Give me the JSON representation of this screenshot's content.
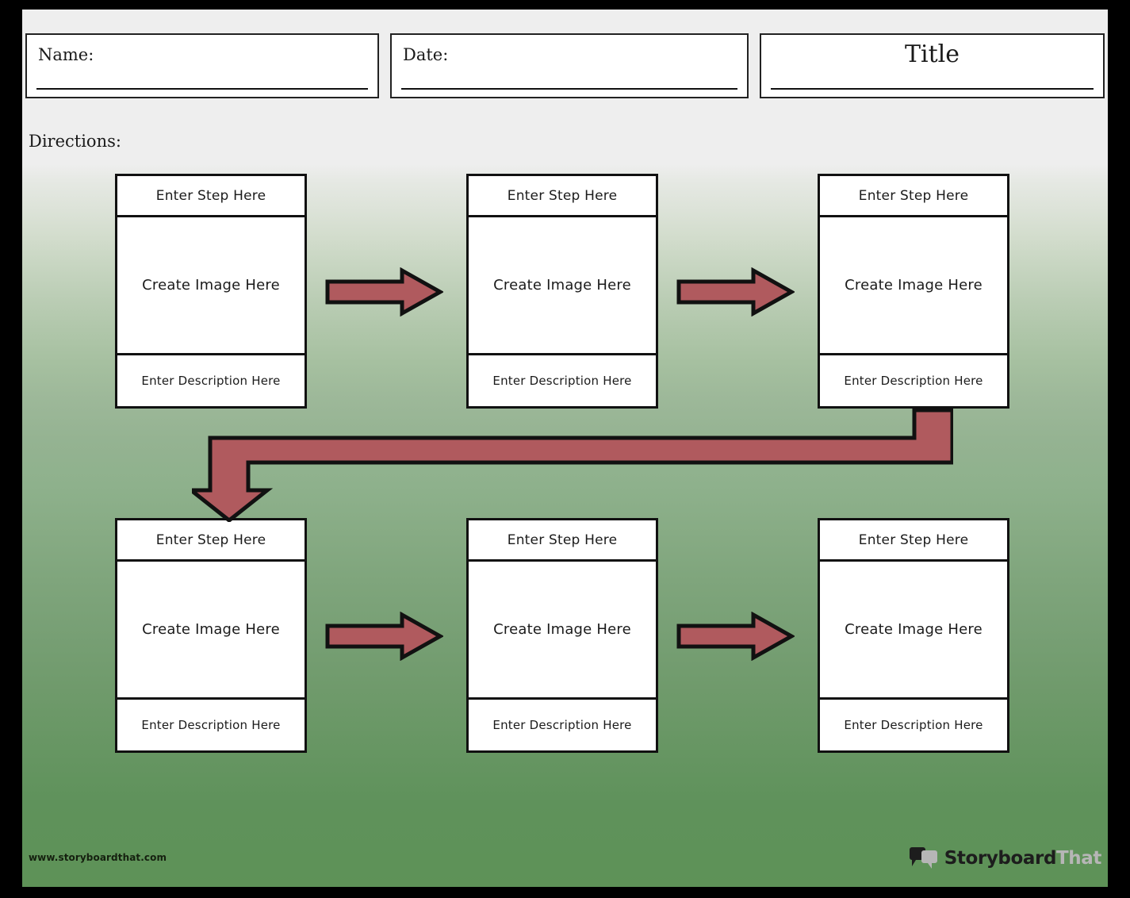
{
  "header": {
    "name_label": "Name:",
    "date_label": "Date:",
    "title_label": "Title"
  },
  "directions": {
    "label": "Directions:"
  },
  "steps": [
    {
      "step": "Enter Step Here",
      "body": "Create Image Here",
      "description": "Enter Description Here"
    },
    {
      "step": "Enter Step Here",
      "body": "Create Image Here",
      "description": "Enter Description Here"
    },
    {
      "step": "Enter Step Here",
      "body": "Create Image Here",
      "description": "Enter Description Here"
    },
    {
      "step": "Enter Step Here",
      "body": "Create Image Here",
      "description": "Enter Description Here"
    },
    {
      "step": "Enter Step Here",
      "body": "Create Image Here",
      "description": "Enter Description Here"
    },
    {
      "step": "Enter Step Here",
      "body": "Create Image Here",
      "description": "Enter Description Here"
    }
  ],
  "connectors": [
    {
      "name": "arrow-step-1-to-2",
      "direction": "right"
    },
    {
      "name": "arrow-step-2-to-3",
      "direction": "right"
    },
    {
      "name": "arrow-step-3-to-4-wrap",
      "direction": "wrap-left-down"
    },
    {
      "name": "arrow-step-4-to-5",
      "direction": "right"
    },
    {
      "name": "arrow-step-5-to-6",
      "direction": "right"
    }
  ],
  "footer": {
    "url": "www.storyboardthat.com",
    "brand_primary": "Storyboard",
    "brand_secondary": "That"
  },
  "colors": {
    "arrow_fill": "#b05a5e",
    "arrow_stroke": "#111111",
    "card_border": "#111111",
    "card_background": "#ffffff",
    "background_top": "#eeeeee",
    "background_bottom": "#5e9257",
    "frame": "#000000",
    "brand_primary": "#1d1d1d",
    "brand_secondary": "#b6b6b6"
  }
}
